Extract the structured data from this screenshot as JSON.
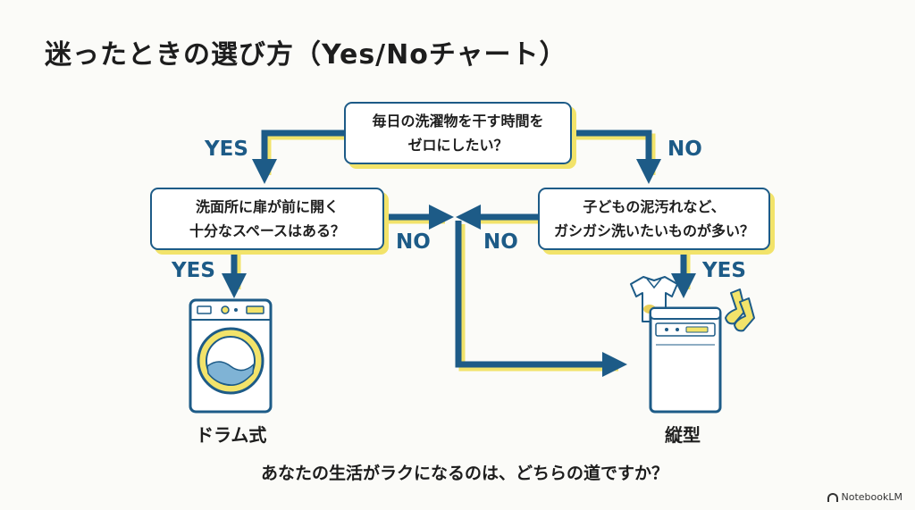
{
  "title": "迷ったときの選び方（Yes/Noチャート）",
  "nodes": {
    "q1": {
      "line1": "毎日の洗濯物を干す時間を",
      "line2": "ゼロにしたい？"
    },
    "q2": {
      "line1": "洗面所に扉が前に開く",
      "line2": "十分なスペースはある？"
    },
    "q3": {
      "line1": "子どもの泥汚れなど、",
      "line2": "ガシガシ洗いたいものが多い？"
    }
  },
  "labels": {
    "q1_yes": "YES",
    "q1_no": "NO",
    "q2_yes": "YES",
    "q2_no": "NO",
    "q3_no": "NO",
    "q3_yes": "YES"
  },
  "results": {
    "drum": "ドラム式",
    "vertical": "縦型"
  },
  "footer_question": "あなたの生活がラクになるのは、どちらの道ですか？",
  "brand": "NotebookLM",
  "colors": {
    "accent": "#1d5b87",
    "highlight": "#f2e36a"
  },
  "icons": [
    "drum-washer-icon",
    "top-loader-washer-icon",
    "shirt-icon",
    "socks-icon",
    "notebooklm-logo-icon"
  ]
}
